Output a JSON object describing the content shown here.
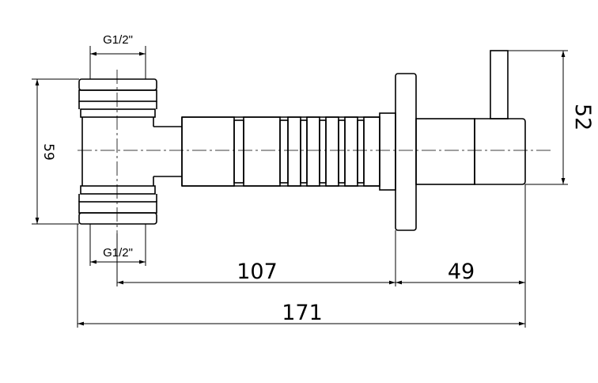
{
  "dimensions": {
    "thread_top": "G1/2\"",
    "thread_bottom": "G1/2\"",
    "height_left": "59",
    "height_right": "52",
    "length_inner": "107",
    "length_handle": "49",
    "length_total": "171"
  }
}
